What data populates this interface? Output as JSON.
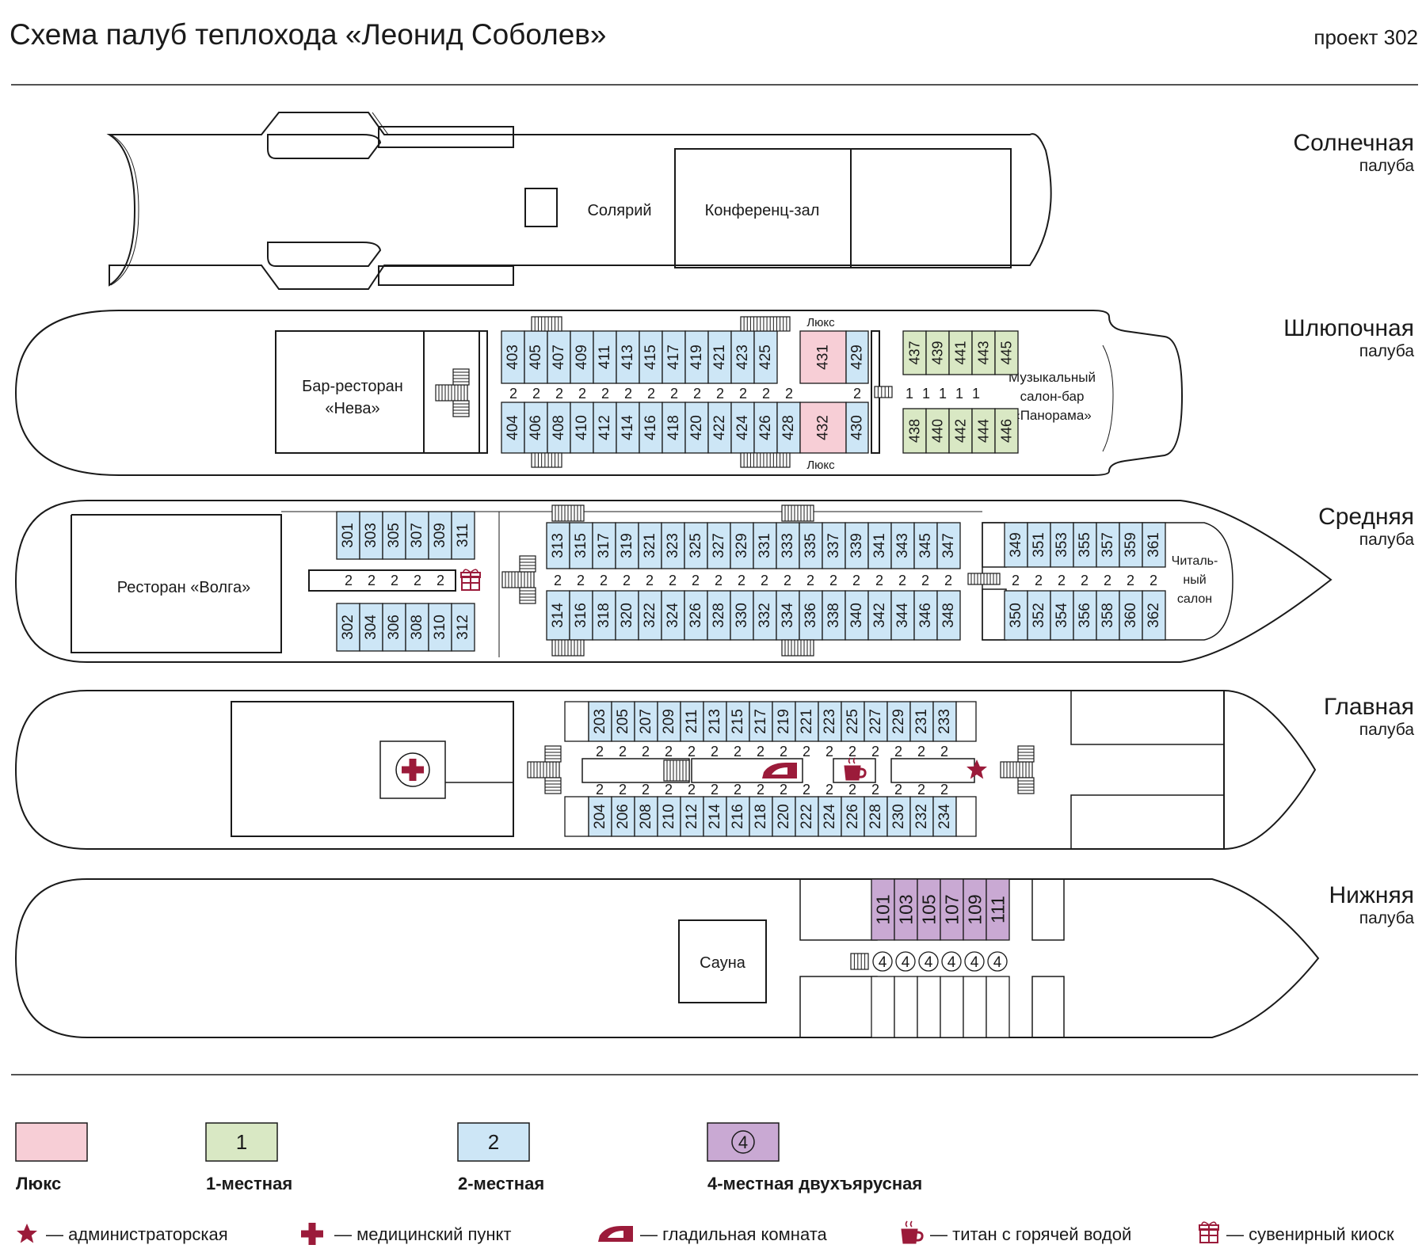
{
  "header": {
    "title": "Схема палуб теплохода «Леонид Соболев»",
    "project": "проект 302"
  },
  "colors": {
    "lux": "#f7ced6",
    "single": "#d9e8c4",
    "double": "#cde6f6",
    "quad": "#c9a9d3",
    "accent": "#9b1b3a",
    "stroke": "#1a1a1a"
  },
  "decks": {
    "sun": {
      "name": "Солнечная",
      "sub": "палуба",
      "solarium": "Солярий",
      "conference": "Конференц-зал"
    },
    "boat": {
      "name": "Шлюпочная",
      "sub": "палуба",
      "bar_line1": "Бар-ресторан",
      "bar_line2": "«Нева»",
      "music_line1": "Музыкальный",
      "music_line2": "салон-бар",
      "music_line3": "«Панорама»",
      "lux_label": "Люкс",
      "top_cabins": [
        "403",
        "405",
        "407",
        "409",
        "411",
        "413",
        "415",
        "417",
        "419",
        "421",
        "423",
        "425"
      ],
      "bottom_cabins": [
        "404",
        "406",
        "408",
        "410",
        "412",
        "414",
        "416",
        "418",
        "420",
        "422",
        "424",
        "426",
        "428"
      ],
      "lux_top": "431",
      "lux_bottom": "432",
      "c429": "429",
      "c430": "430",
      "single_top": [
        "437",
        "439",
        "441",
        "443",
        "445"
      ],
      "single_bottom": [
        "438",
        "440",
        "442",
        "444",
        "446"
      ],
      "double_mark": "2",
      "single_mark": "1"
    },
    "middle": {
      "name": "Средняя",
      "sub": "палуба",
      "restaurant": "Ресторан «Волга»",
      "reading_line1": "Читаль-",
      "reading_line2": "ный",
      "reading_line3": "салон",
      "aft_top": [
        "301",
        "303",
        "305",
        "307",
        "309",
        "311"
      ],
      "aft_bottom": [
        "302",
        "304",
        "306",
        "308",
        "310",
        "312"
      ],
      "mid_top": [
        "313",
        "315",
        "317",
        "319",
        "321",
        "323",
        "325",
        "327",
        "329",
        "331",
        "333",
        "335",
        "337",
        "339",
        "341",
        "343",
        "345",
        "347"
      ],
      "mid_bottom": [
        "314",
        "316",
        "318",
        "320",
        "322",
        "324",
        "326",
        "328",
        "330",
        "332",
        "334",
        "336",
        "338",
        "340",
        "342",
        "344",
        "346",
        "348"
      ],
      "fwd_top": [
        "349",
        "351",
        "353",
        "355",
        "357",
        "359",
        "361"
      ],
      "fwd_bottom": [
        "350",
        "352",
        "354",
        "356",
        "358",
        "360",
        "362"
      ],
      "mark": "2"
    },
    "main": {
      "name": "Главная",
      "sub": "палуба",
      "top": [
        "203",
        "205",
        "207",
        "209",
        "211",
        "213",
        "215",
        "217",
        "219",
        "221",
        "223",
        "225",
        "227",
        "229",
        "231",
        "233"
      ],
      "bottom": [
        "204",
        "206",
        "208",
        "210",
        "212",
        "214",
        "216",
        "218",
        "220",
        "222",
        "224",
        "226",
        "228",
        "230",
        "232",
        "234"
      ],
      "mark": "2"
    },
    "lower": {
      "name": "Нижняя",
      "sub": "палуба",
      "sauna": "Сауна",
      "cabins": [
        "101",
        "103",
        "105",
        "107",
        "109",
        "111"
      ],
      "mark": "4"
    }
  },
  "legend": {
    "lux": "Люкс",
    "single": "1-местная",
    "single_mark": "1",
    "double": "2-местная",
    "double_mark": "2",
    "quad": "4-местная двухъярусная",
    "quad_mark": "4",
    "admin": "— администраторская",
    "medical": "— медицинский пункт",
    "ironing": "— гладильная комната",
    "boiler": "— титан с горячей водой",
    "souvenir": "— сувенирный киоск"
  }
}
